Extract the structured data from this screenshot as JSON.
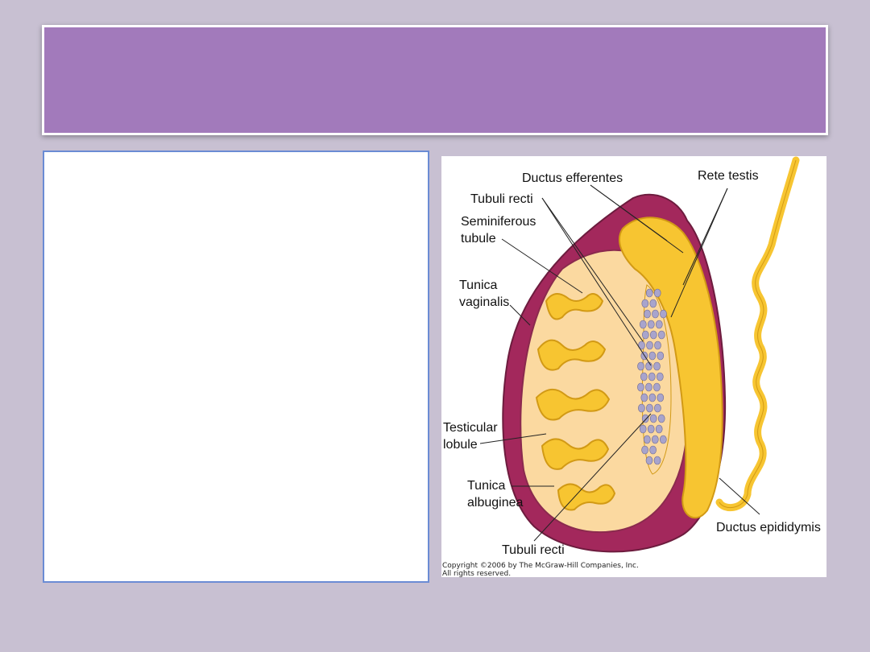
{
  "slide": {
    "background": "#c8c0d2",
    "title_bar_color": "#a27abb",
    "content_border_color": "#6b8cd4"
  },
  "diagram": {
    "labels": {
      "ductus_efferentes": "Ductus efferentes",
      "rete_testis": "Rete testis",
      "tubuli_recti_top": "Tubuli recti",
      "seminiferous_1": "Seminiferous",
      "seminiferous_2": "tubule",
      "tunica_vag_1": "Tunica",
      "tunica_vag_2": "vaginalis",
      "testicular_1": "Testicular",
      "testicular_2": "lobule",
      "tunica_alb_1": "Tunica",
      "tunica_alb_2": "albuginea",
      "ductus_epididymis": "Ductus epididymis",
      "tubuli_recti_bottom": "Tubuli recti"
    },
    "copyright_1": "Copyright ©2006 by The McGraw-Hill Companies, Inc.",
    "copyright_2": "All rights reserved.",
    "colors": {
      "tunica_vaginalis": "#a3285c",
      "tissue_fill": "#fbd9a0",
      "tubule_fill": "#f7c531",
      "tubule_stroke": "#d29a15",
      "rete_cells": "#a8a4cc",
      "outline": "#6d1c3e"
    }
  }
}
